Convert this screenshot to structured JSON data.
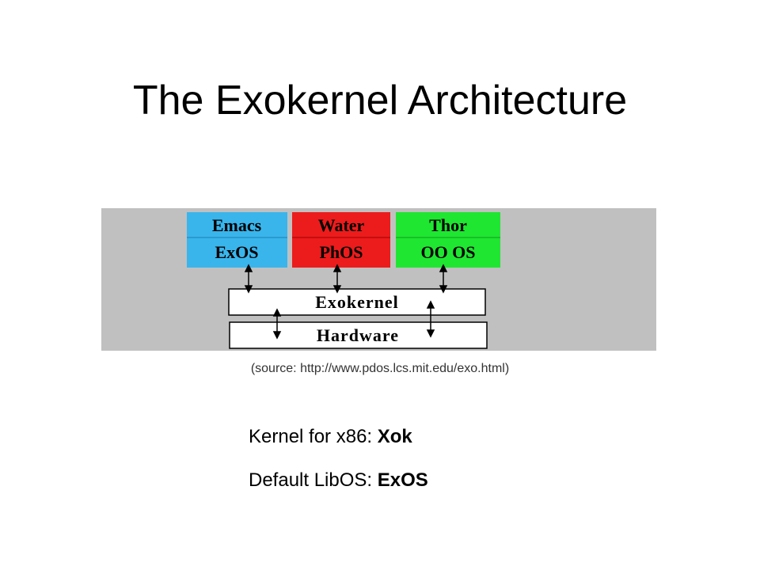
{
  "slide": {
    "title": "The Exokernel Architecture",
    "source_note": "(source: http://www.pdos.lcs.mit.edu/exo.html)"
  },
  "diagram": {
    "background_color": "#c0c0c0",
    "apps": [
      {
        "app": "Emacs",
        "libos": "ExOS",
        "color": "#39b5ec"
      },
      {
        "app": "Water",
        "libos": "PhOS",
        "color": "#ec1c1c"
      },
      {
        "app": "Thor",
        "libos": "OO OS",
        "color": "#1fe631"
      }
    ],
    "kernel_label": "Exokernel",
    "hardware_label": "Hardware"
  },
  "facts": [
    {
      "label": "Kernel for x86:",
      "value": "Xok"
    },
    {
      "label": "Default LibOS:",
      "value": "ExOS"
    }
  ]
}
